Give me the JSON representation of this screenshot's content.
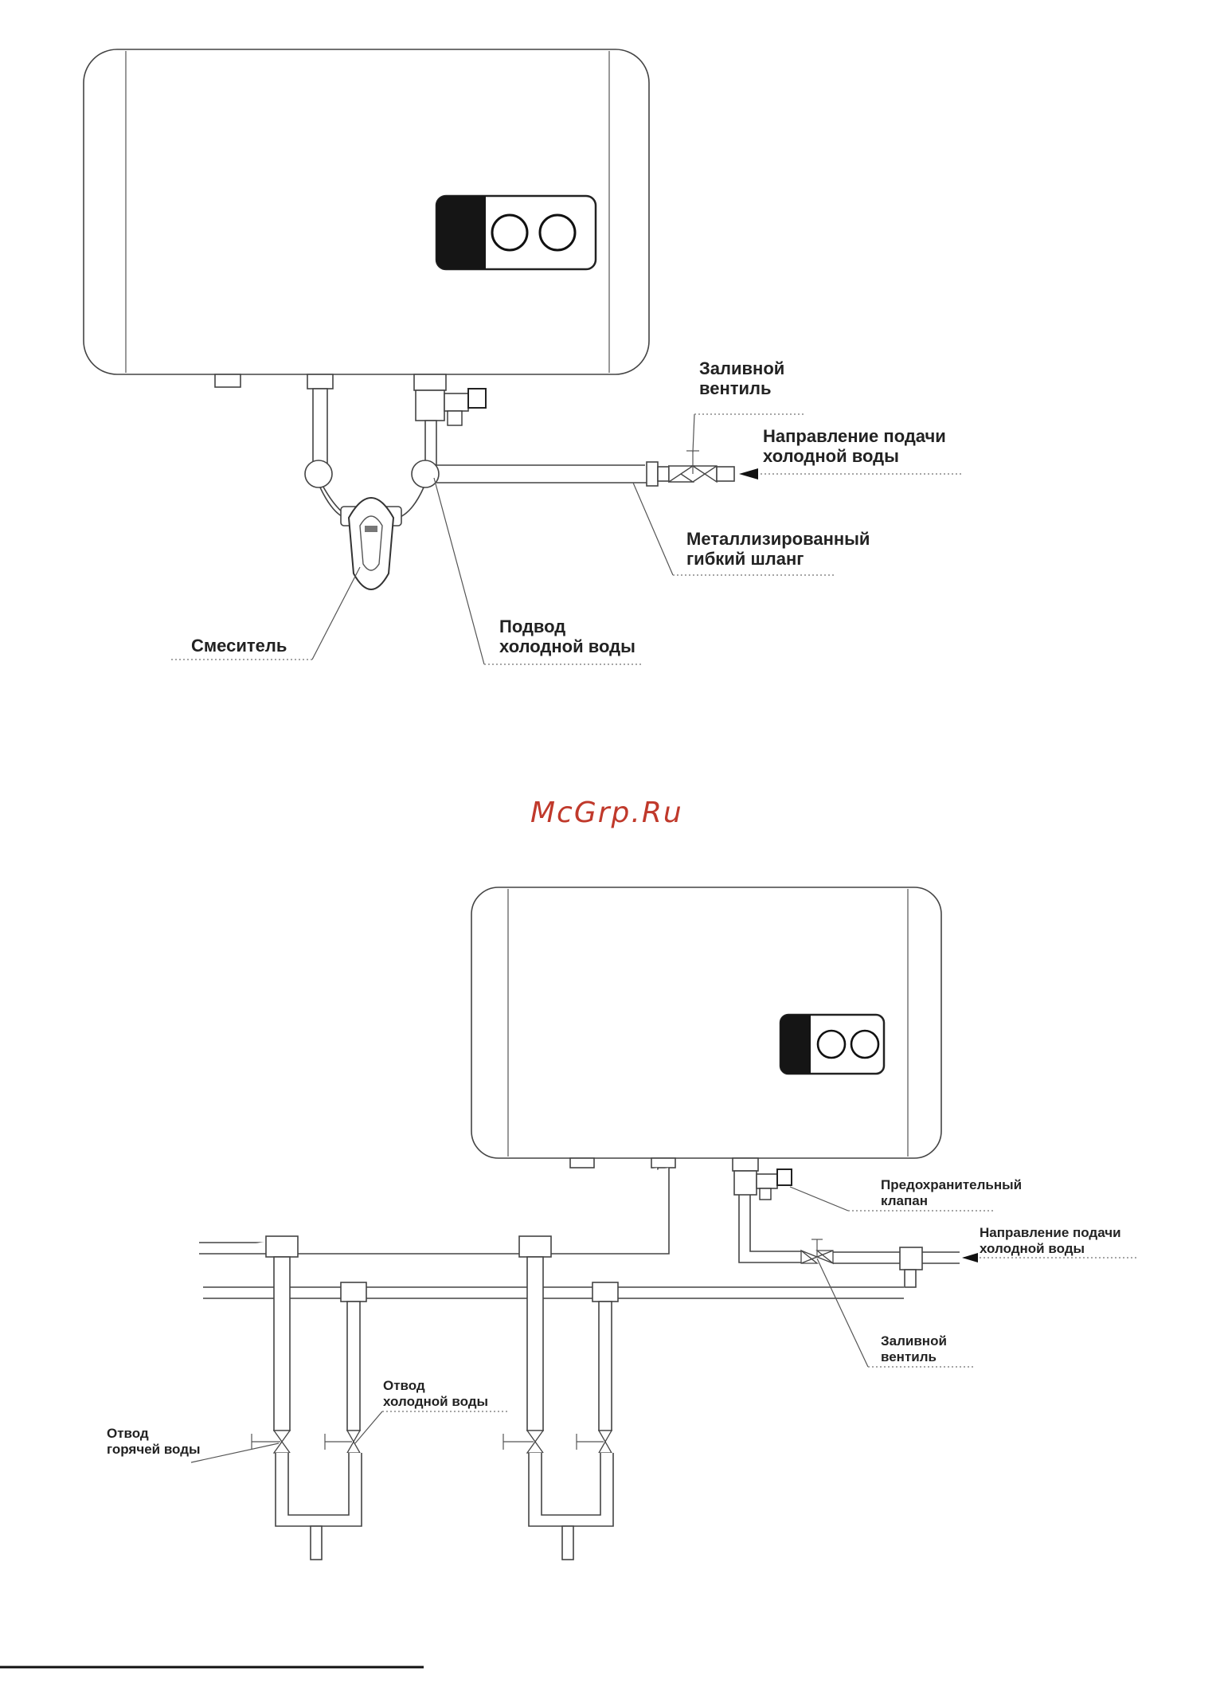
{
  "diagram1": {
    "labels": {
      "fill_valve": "Заливной\nвентиль",
      "cold_direction": "Направление подачи\nхолодной воды",
      "flex_hose": "Металлизированный\nгибкий шланг",
      "mixer": "Смеситель",
      "cold_supply": "Подвод\nхолодной воды"
    }
  },
  "diagram2": {
    "labels": {
      "safety_valve": "Предохранительный\nклапан",
      "cold_direction": "Направление подачи\nхолодной воды",
      "fill_valve": "Заливной\nвентиль",
      "hot_outlet": "Отвод\nгорячей воды",
      "cold_outlet": "Отвод\nхолодной воды"
    }
  },
  "watermark": "McGrp.Ru"
}
